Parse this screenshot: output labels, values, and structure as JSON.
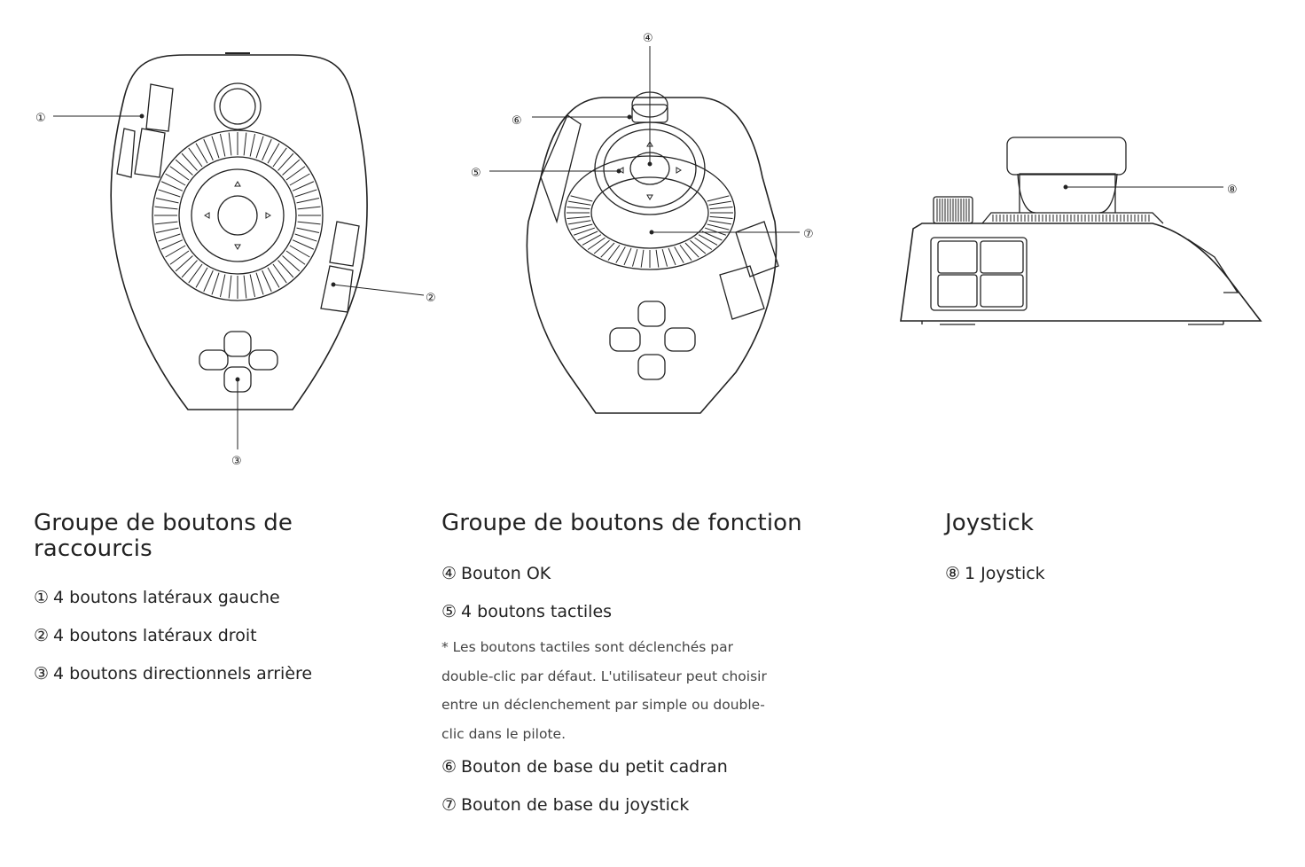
{
  "callouts": {
    "c1": "①",
    "c2": "②",
    "c3": "③",
    "c4": "④",
    "c5": "⑤",
    "c6": "⑥",
    "c7": "⑦",
    "c8": "⑧"
  },
  "sections": {
    "shortcuts": {
      "title": "Groupe de boutons de raccourcis",
      "items": [
        {
          "num": "①",
          "text": "4 boutons latéraux gauche"
        },
        {
          "num": "②",
          "text": "4 boutons latéraux droit"
        },
        {
          "num": "③",
          "text": "4 boutons directionnels arrière"
        }
      ]
    },
    "function": {
      "title": "Groupe de boutons de fonction",
      "items": [
        {
          "num": "④",
          "text": "Bouton OK"
        },
        {
          "num": "⑤",
          "text": "4 boutons tactiles"
        },
        {
          "num": "⑥",
          "text": "Bouton de base du petit cadran"
        },
        {
          "num": "⑦",
          "text": "Bouton de base du joystick"
        }
      ],
      "note": "* Les boutons tactiles sont déclenchés par double-clic par défaut. L'utilisateur peut choisir entre un déclenchement par simple ou double-clic dans le pilote."
    },
    "joystick": {
      "title": "Joystick",
      "items": [
        {
          "num": "⑧",
          "text": "1 Joystick"
        }
      ]
    }
  }
}
